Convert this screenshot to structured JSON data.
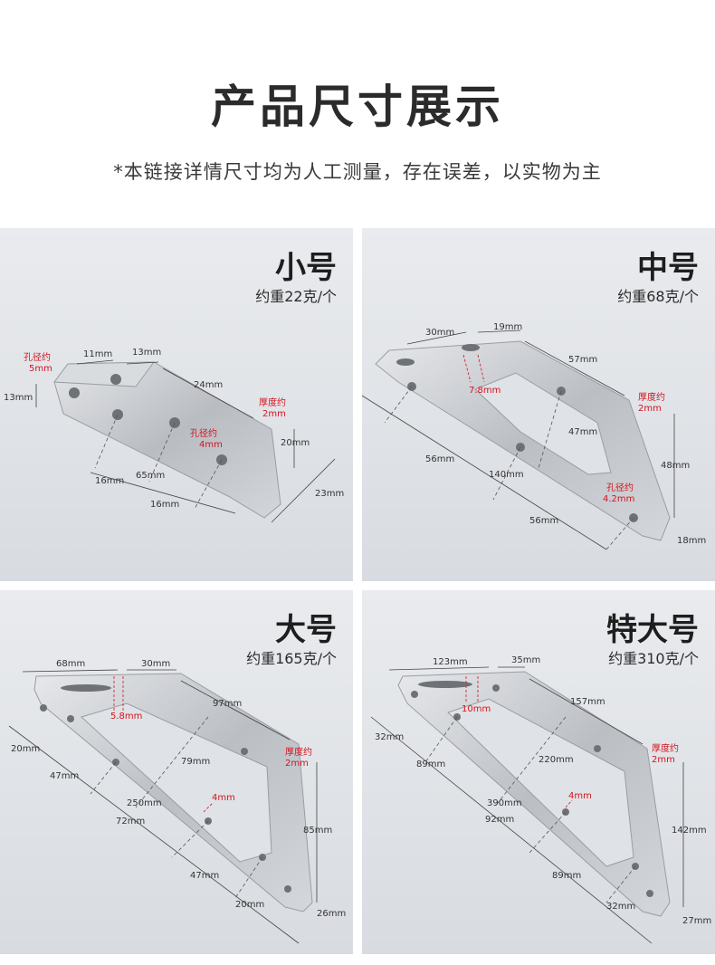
{
  "header": {
    "title": "产品尺寸展示",
    "note": "*本链接详情尺寸均为人工测量，存在误差，以实物为主"
  },
  "colors": {
    "accent_red": "#d4141e",
    "text_dark": "#2b2b2b",
    "panel_bg": "#e2e5e9",
    "metal": "#c9ccd0"
  },
  "panels": [
    {
      "name": "小号",
      "weight": "约重22克/个",
      "labels": {
        "hole_top": "孔径约",
        "hole_top_val": "5mm",
        "d11": "11mm",
        "d13a": "13mm",
        "d13b": "13mm",
        "d24": "24mm",
        "thick": "厚度约",
        "thick_val": "2mm",
        "d20": "20mm",
        "hole_mid": "孔径约",
        "hole_mid_val": "4mm",
        "d16a": "16mm",
        "d65": "65mm",
        "d16b": "16mm",
        "d23": "23mm"
      }
    },
    {
      "name": "中号",
      "weight": "约重68克/个",
      "labels": {
        "d30": "30mm",
        "d19": "19mm",
        "d57": "57mm",
        "d78": "7.8mm",
        "thick": "厚度约",
        "thick_val": "2mm",
        "d47": "47mm",
        "d56a": "56mm",
        "d140": "140mm",
        "d48": "48mm",
        "hole": "孔径约",
        "hole_val": "4.2mm",
        "d56b": "56mm",
        "d18": "18mm"
      }
    },
    {
      "name": "大号",
      "weight": "约重165克/个",
      "labels": {
        "d68": "68mm",
        "d30": "30mm",
        "d58": "5.8mm",
        "d97": "97mm",
        "d20a": "20mm",
        "d47a": "47mm",
        "d79": "79mm",
        "thick": "厚度约",
        "thick_val": "2mm",
        "d4": "4mm",
        "d250": "250mm",
        "d72": "72mm",
        "d85": "85mm",
        "d47b": "47mm",
        "d20b": "20mm",
        "d26": "26mm"
      }
    },
    {
      "name": "特大号",
      "weight": "约重310克/个",
      "labels": {
        "d123": "123mm",
        "d35": "35mm",
        "d10": "10mm",
        "d157": "157mm",
        "d32a": "32mm",
        "d89a": "89mm",
        "d220": "220mm",
        "thick": "厚度约",
        "thick_val": "2mm",
        "d4": "4mm",
        "d390": "390mm",
        "d92": "92mm",
        "d142": "142mm",
        "d89b": "89mm",
        "d32b": "32mm",
        "d27": "27mm"
      }
    }
  ]
}
